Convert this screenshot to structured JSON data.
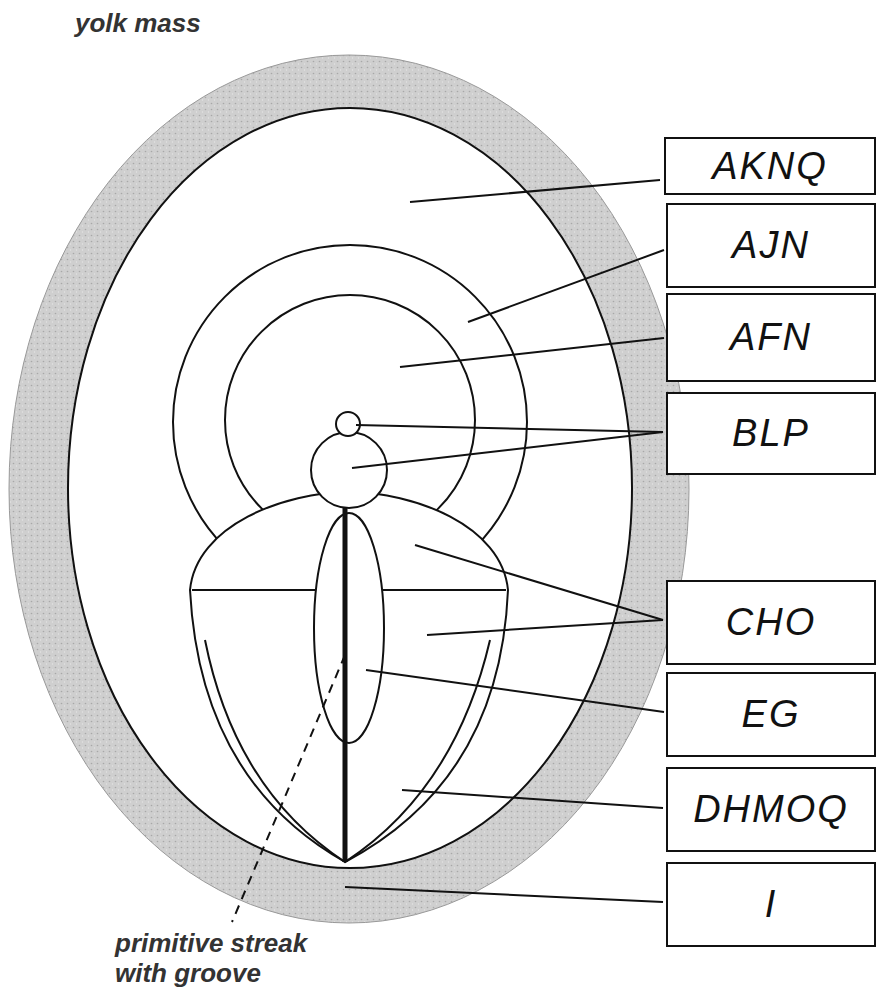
{
  "diagram": {
    "nodes": [
      {
        "text": [
          "AKNQ"
        ]
      },
      {
        "text": [
          "AJN"
        ]
      },
      {
        "text": [
          "AFN"
        ]
      },
      {
        "text": [
          "BLP"
        ]
      },
      {
        "text": [
          "CHO"
        ]
      },
      {
        "text": [
          "EG"
        ]
      },
      {
        "text": [
          "DHMOQ"
        ]
      },
      {
        "text": [
          "I"
        ]
      }
    ],
    "labels": [
      "yolk mass",
      "primitive streak with groove"
    ]
  }
}
